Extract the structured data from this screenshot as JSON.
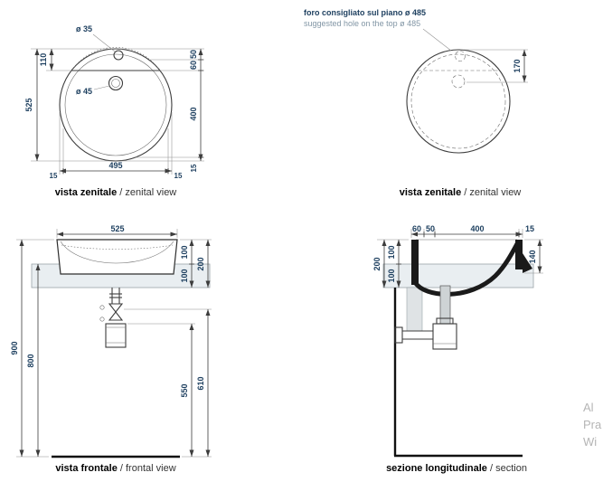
{
  "colors": {
    "line": "#3c3c3c",
    "dimension_text": "#1d3f5f",
    "counter_fill": "#e9eef1",
    "note_bold": "#1d3f5f",
    "note_light": "#8296a5",
    "watermark": "#b5b5b5"
  },
  "views": {
    "zenital_left": {
      "label_bold": "vista zenitale",
      "label_rest": "/ zenital view",
      "dims": {
        "hole_top": "ø 35",
        "v110": "110",
        "v525": "525",
        "drain": "ø 45",
        "v50": "50",
        "v60": "60",
        "v400": "400",
        "v15_right": "15",
        "h495": "495",
        "h15_left": "15",
        "h15_right": "15"
      }
    },
    "zenital_right": {
      "note_bold": "foro consigliato sul piano ø 485",
      "note_light": "suggested hole on the top ø 485",
      "label_bold": "vista zenitale",
      "label_rest": "/ zenital view",
      "dims": {
        "v170": "170"
      }
    },
    "frontal": {
      "label_bold": "vista frontale",
      "label_rest": "/ frontal view",
      "dims": {
        "h525": "525",
        "v900": "900",
        "v800": "800",
        "v100a": "100",
        "v100b": "100",
        "v200": "200",
        "v550": "550",
        "v610": "610"
      }
    },
    "section": {
      "label_bold": "sezione longitudinale",
      "label_rest": "/ section",
      "dims": {
        "h60": "60",
        "h50": "50",
        "h400": "400",
        "h15": "15",
        "v140": "140",
        "v200": "200",
        "v100a": "100",
        "v100b": "100"
      }
    }
  },
  "watermark": {
    "line1": "Al",
    "line2": "Pra",
    "line3": "Wi"
  }
}
